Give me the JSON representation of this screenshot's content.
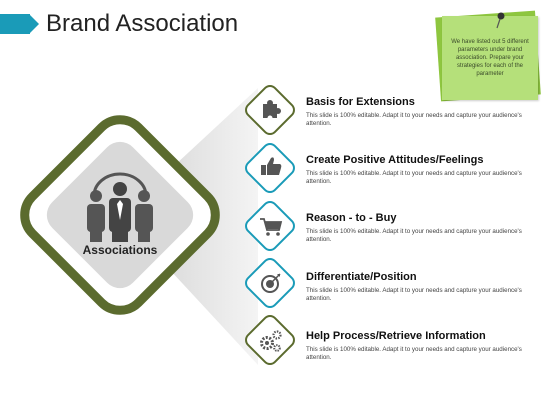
{
  "title": "Brand Association",
  "note": "We have listed out 5 different parameters under brand association. Prepare your strategies for each of the parameter",
  "center": {
    "label": "Associations",
    "icon": "business-team-icon"
  },
  "items": [
    {
      "title": "Basis for Extensions",
      "desc": "This slide is 100% editable. Adapt it to your needs and capture your audience's attention.",
      "icon": "puzzle-icon"
    },
    {
      "title": "Create Positive Attitudes/Feelings",
      "desc": "This slide is 100% editable. Adapt it to your needs and capture your audience's attention.",
      "icon": "thumbs-up-icon"
    },
    {
      "title": "Reason - to - Buy",
      "desc": "This slide is 100% editable. Adapt it to your needs and capture your audience's attention.",
      "icon": "shopping-cart-icon"
    },
    {
      "title": "Differentiate/Position",
      "desc": "This slide is 100% editable. Adapt it to your needs and capture your audience's attention.",
      "icon": "target-icon"
    },
    {
      "title": "Help Process/Retrieve Information",
      "desc": "This slide is 100% editable. Adapt it to your needs and capture your audience's attention.",
      "icon": "gears-icon"
    }
  ],
  "colors": {
    "accent_teal": "#1a9bb8",
    "accent_olive": "#5b6b2e",
    "icon_gray": "#555555",
    "note_green": "#b5e07a"
  }
}
